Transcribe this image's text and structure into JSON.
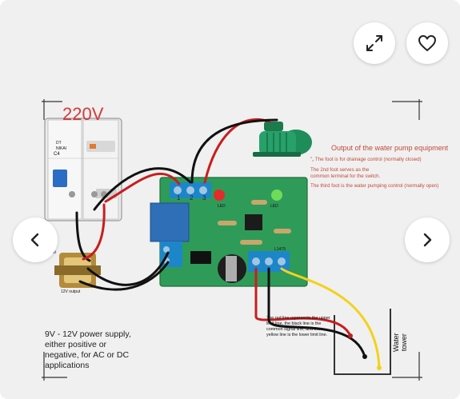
{
  "controls": {
    "expand_icon": "expand-arrows-icon",
    "favorite_icon": "heart-icon",
    "prev_icon": "chevron-left-icon",
    "next_icon": "chevron-right-icon"
  },
  "diagram": {
    "voltage_label": "220V",
    "supply_note": "9V - 12V power supply,\n either positive or\n negative, for AC or DC\n applications",
    "pump_title": "Output of the water pump equipment",
    "notes": [
      "\"„ The foot is for drainage control (normally closed)",
      "The 2nd foot serves as the\ncommon terminal for the switch.",
      "The third foot is the water pumping control (normally open)"
    ],
    "limit_lines_note": "The red line represents the upper\nlimit line, the black line is the\ncommon signal line, and the\nyellow line is the lower limit line.",
    "tower_label": "Water\ntower",
    "input_label": "input",
    "output_label": "12V output",
    "board_model": "L1479",
    "breaker_brand": "DT",
    "breaker_series": "NIKAI",
    "breaker_rating": "C4",
    "led_label_1": "LED",
    "led_label_2": "LED",
    "terminal_numbers": [
      "1",
      "2",
      "3"
    ]
  },
  "colors": {
    "background": "#f0f0f0",
    "wire_red": "#c81e1e",
    "wire_black": "#111111",
    "wire_yellow": "#f2d21b",
    "pcb_green": "#2f9b58",
    "relay_blue": "#2f6fb8",
    "terminal_blue": "#1d86c9",
    "accent_text": "#c24a3a"
  }
}
